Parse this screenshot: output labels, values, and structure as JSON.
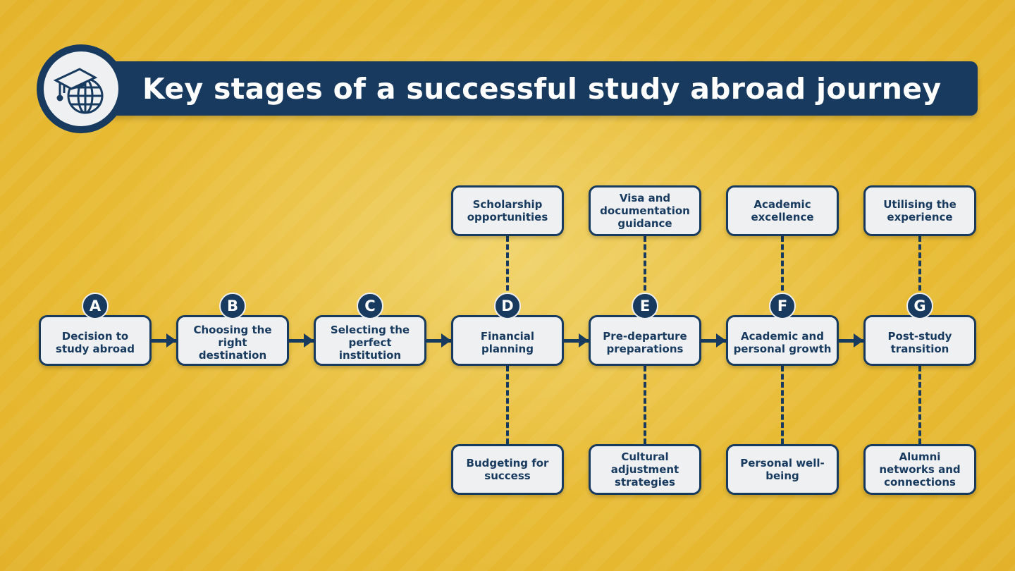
{
  "title": "Key stages of a successful study abroad journey",
  "stages": [
    {
      "letter": "A",
      "label": "Decision to study abroad"
    },
    {
      "letter": "B",
      "label": "Choosing the right destination"
    },
    {
      "letter": "C",
      "label": "Selecting the perfect institution"
    },
    {
      "letter": "D",
      "label": "Financial planning",
      "top": "Scholarship opportunities",
      "bottom": "Budgeting for success"
    },
    {
      "letter": "E",
      "label": "Pre-departure preparations",
      "top": "Visa and documentation guidance",
      "bottom": "Cultural adjustment strategies"
    },
    {
      "letter": "F",
      "label": "Academic and personal growth",
      "top": "Academic excellence",
      "bottom": "Personal well-being"
    },
    {
      "letter": "G",
      "label": "Post-study transition",
      "top": "Utilising the experience",
      "bottom": "Alumni networks and connections"
    }
  ],
  "colors": {
    "navy": "#173a5e",
    "box": "#eef0f2",
    "background": "#e8bb34"
  }
}
